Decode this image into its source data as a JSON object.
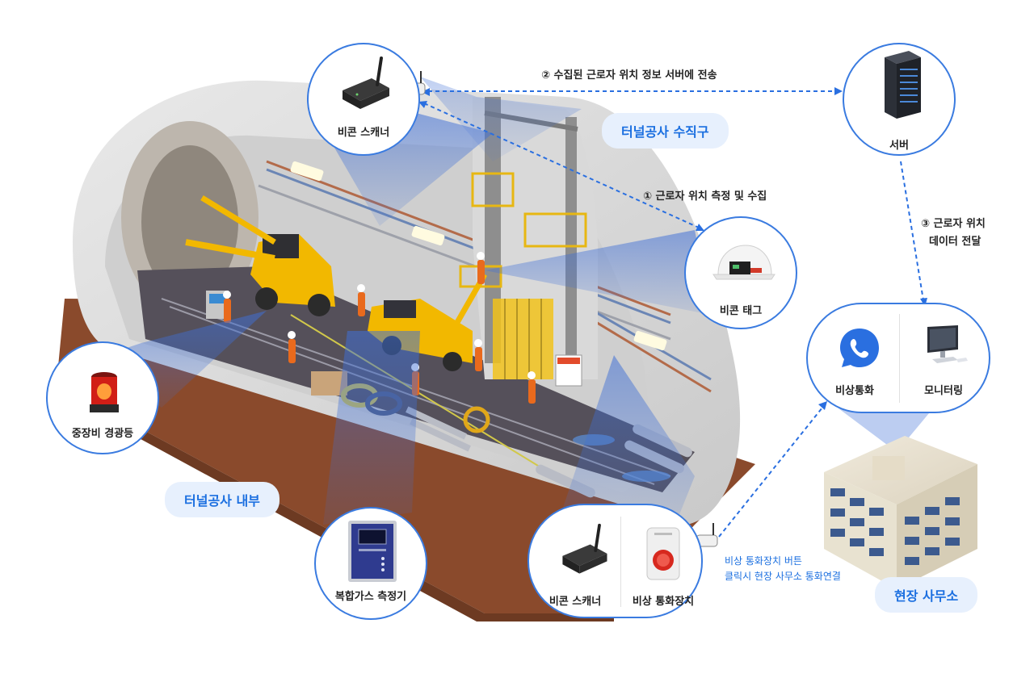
{
  "labels": {
    "shaft": "터널공사 수직구",
    "inside": "터널공사 내부",
    "office": "현장 사무소"
  },
  "steps": {
    "step1": "① 근로자 위치 측정 및 수집",
    "step2": "② 수집된 근로자 위치 정보 서버에 전송",
    "step3_line1": "③ 근로자 위치",
    "step3_line2": "데이터 전달"
  },
  "devices": {
    "beacon_scanner_top": "비콘 스캐너",
    "beacon_tag": "비콘 태그",
    "server": "서버",
    "warning_light": "중장비 경광등",
    "gas_meter": "복합가스 측정기",
    "beacon_scanner_bottom": "비콘 스캐너",
    "emergency_phone": "비상 통화장치",
    "emergency_call": "비상통화",
    "monitoring": "모니터링"
  },
  "notes": {
    "emergency_line1": "비상 통화장치 버튼",
    "emergency_line2": "클릭시 현장 사무소 통화연결"
  },
  "colors": {
    "accent": "#1b6fe0",
    "circle_border": "#3a7be0",
    "tag_bg": "#e7f0fd",
    "ground": "#8a4a2c",
    "tunnel_wall": "#dedede",
    "floor": "#55505a",
    "machine_yellow": "#f2b800"
  }
}
